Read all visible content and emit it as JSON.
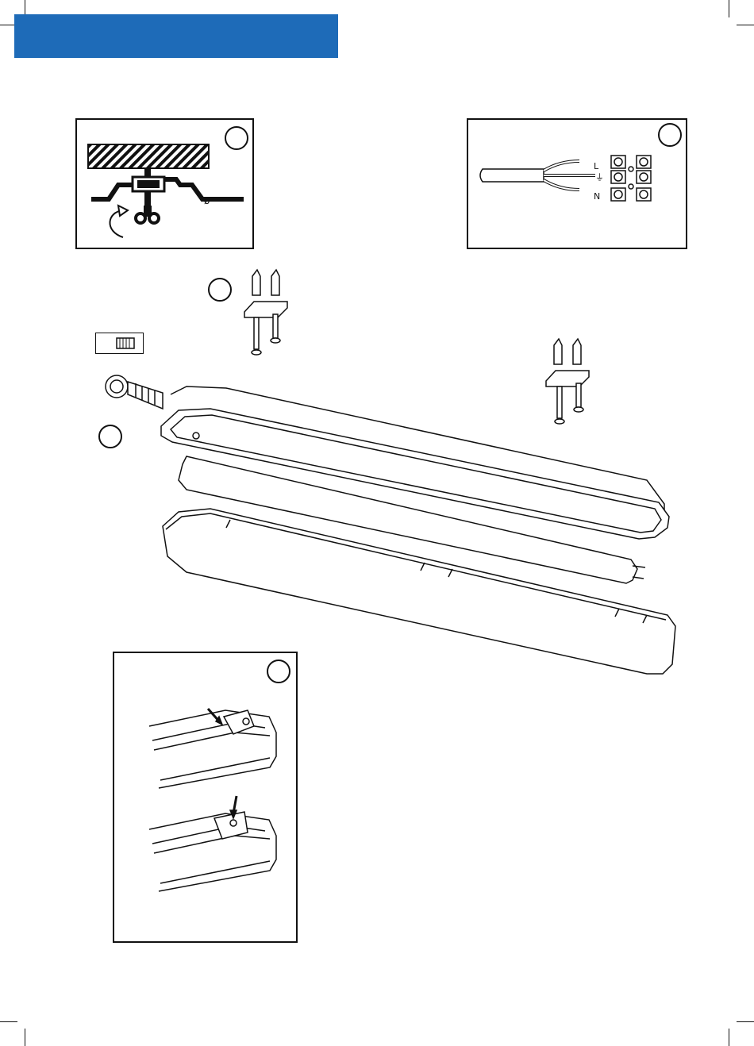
{
  "header": {
    "banner_color": "#1e6bb8"
  },
  "crop_marks": true,
  "step_markers": [
    {
      "id": "ceiling-mount",
      "label": ""
    },
    {
      "id": "wiring",
      "label": ""
    },
    {
      "id": "wall-bracket",
      "label": ""
    },
    {
      "id": "cable-gland",
      "label": ""
    },
    {
      "id": "clip-lock",
      "label": ""
    }
  ],
  "wiring": {
    "terminal_labels": [
      "L",
      "⏚",
      "N"
    ]
  },
  "ceiling_mount": {
    "diameter_symbol": "ø"
  },
  "icons": [
    "ceiling-mount-diagram",
    "wiring-terminal-diagram",
    "mounting-bracket-diagram",
    "cable-gland-icon",
    "luminaire-exploded-diagram",
    "clip-lock-diagram",
    "rotate-arrow-icon"
  ]
}
